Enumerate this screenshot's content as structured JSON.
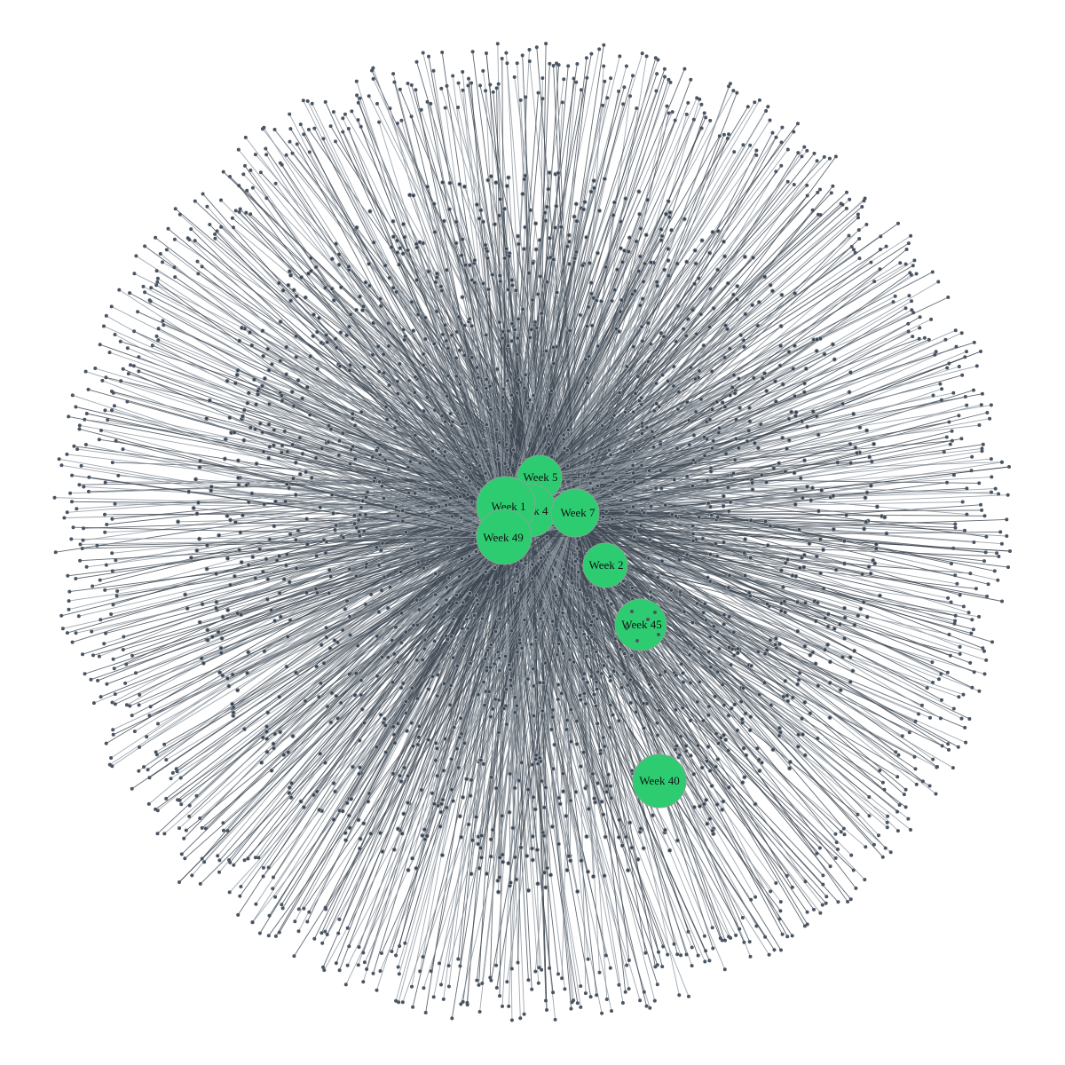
{
  "colors": {
    "background": "#ffffff",
    "hub_fill": "#2ecc71",
    "hub_stroke": "#7fa88f",
    "edge": "#3d4650",
    "edge_light": "#8a939c",
    "leaf_fill": "#4a5563",
    "leaf_ring": "#9aa3ad"
  },
  "hubs": [
    {
      "label": "Week 5"
    },
    {
      "label": "Week 1"
    },
    {
      "label": "Week 4"
    },
    {
      "label": "Week 7"
    },
    {
      "label": "Week 49"
    },
    {
      "label": "Week 2"
    },
    {
      "label": "Week 45"
    },
    {
      "label": "Week 40"
    }
  ]
}
